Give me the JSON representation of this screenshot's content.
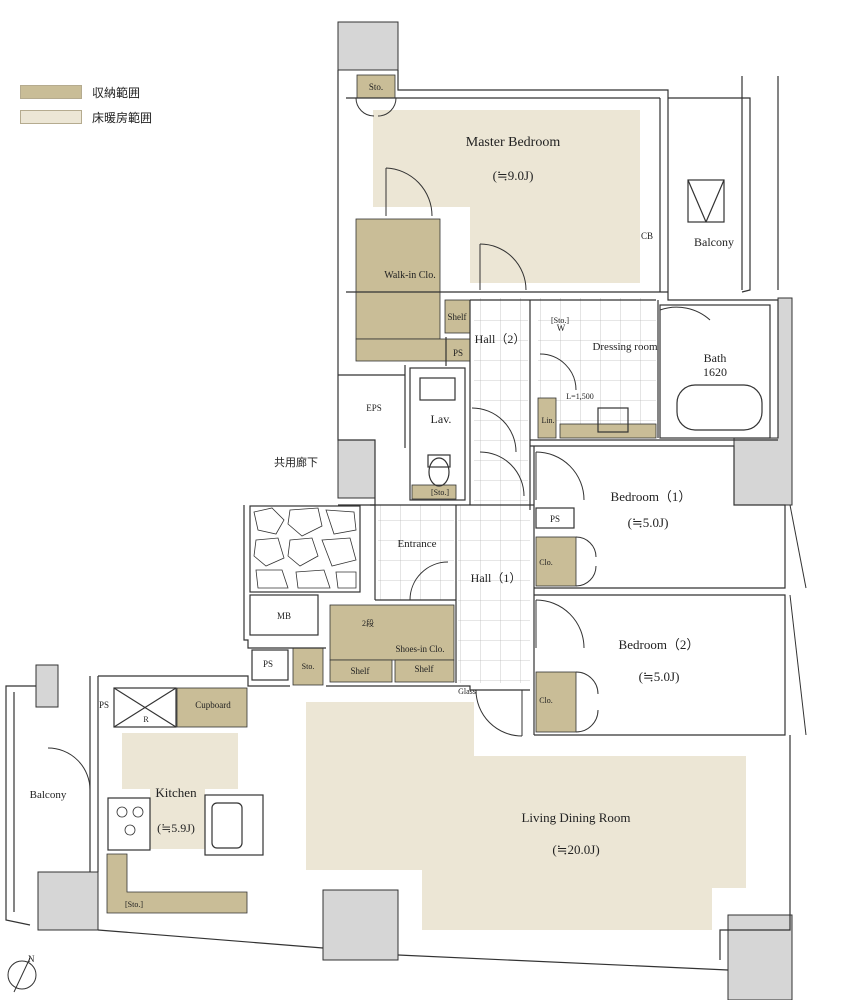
{
  "legend": {
    "storage": "収納範囲",
    "floor_heating": "床暖房範囲"
  },
  "colors": {
    "storage": "#c9bd97",
    "floor_heating": "#ece6d5",
    "wall": "#d6d6d6",
    "line": "#333333"
  },
  "rooms": {
    "master_bedroom": "Master Bedroom",
    "master_bedroom_size": "(≒9.0J)",
    "walk_in_closet": "Walk-in Clo.",
    "shelf_1": "Shelf",
    "sto_top": "Sto.",
    "cb": "CB",
    "balcony_right": "Balcony",
    "hall_2": "Hall（2）",
    "ps_1": "PS",
    "sto_w": "[Sto.]",
    "w": "W",
    "dressing_room": "Dressing room",
    "bath": "Bath",
    "bath_size": "1620",
    "l_dim": "L=1,500",
    "lin": "Lin.",
    "eps": "EPS",
    "lav": "Lav.",
    "corridor": "共用廊下",
    "sto_lav": "[Sto.]",
    "bedroom_1": "Bedroom（1）",
    "bedroom_1_size": "(≒5.0J)",
    "ps_2": "PS",
    "clo_1": "Clo.",
    "entrance": "Entrance",
    "hall_1": "Hall（1）",
    "mb": "MB",
    "two_step": "2段",
    "shoes_in_closet": "Shoes-in Clo.",
    "shelf_2": "Shelf",
    "shelf_3": "Shelf",
    "bedroom_2": "Bedroom（2）",
    "bedroom_2_size": "(≒5.0J)",
    "clo_2": "Clo.",
    "ps_3": "PS",
    "sto_mid": "Sto.",
    "glass": "Glass",
    "ps_4": "PS",
    "r": "R",
    "cupboard": "Cupboard",
    "kitchen": "Kitchen",
    "kitchen_size": "(≒5.9J)",
    "balcony_left": "Balcony",
    "sto_kitchen": "[Sto.]",
    "living_dining": "Living Dining Room",
    "living_dining_size": "(≒20.0J)",
    "north": "N"
  }
}
